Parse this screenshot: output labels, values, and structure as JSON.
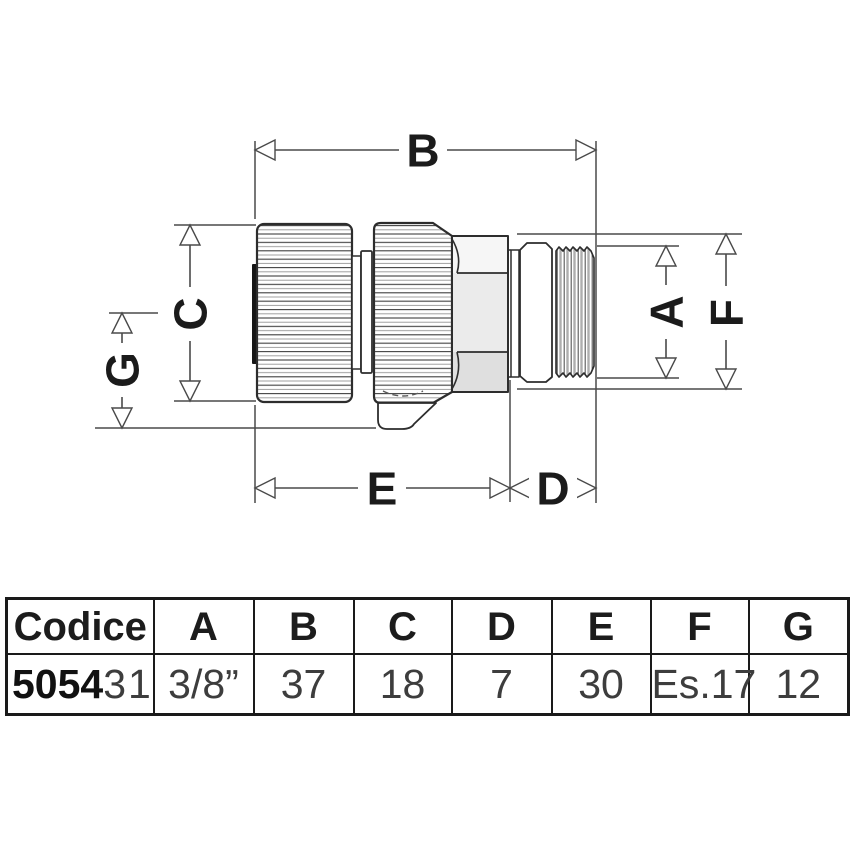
{
  "diagram": {
    "dimension_labels": {
      "B": "B",
      "C": "C",
      "G": "G",
      "E": "E",
      "D": "D",
      "A": "A",
      "F": "F"
    }
  },
  "table": {
    "code_header": "Codice",
    "headers": [
      "A",
      "B",
      "C",
      "D",
      "E",
      "F",
      "G"
    ],
    "code_value_bold": "5054",
    "code_value_light": "31",
    "values": [
      "3/8”",
      "37",
      "18",
      "7",
      "30",
      "Es.17",
      "12"
    ]
  },
  "colors": {
    "outline": "#2d2d2d",
    "dimension_lines": "#4a4a4a",
    "hex_nut_fill": "#ebebeb",
    "table_border": "#1a1a1a"
  }
}
